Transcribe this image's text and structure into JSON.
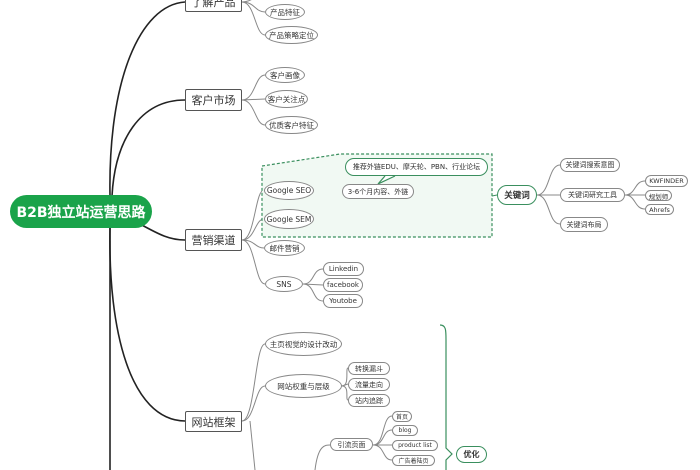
{
  "root": "B2B独立站运营思路",
  "branches": {
    "product": {
      "label": "了解产品",
      "children": [
        "产品特征",
        "产品策略定位"
      ]
    },
    "market": {
      "label": "客户市场",
      "children": [
        "客户画像",
        "客户关注点",
        "优质客户特征"
      ]
    },
    "channel": {
      "label": "营销渠道",
      "children": [
        "Google SEO",
        "Google SEM",
        "邮件营销",
        "SNS"
      ],
      "seo_detail": "3-6个月内容、外链",
      "callout": "推荐外链EDU、摩天轮、PBN、行业论坛",
      "sns": [
        "Linkedin",
        "facebook",
        "Youtobe"
      ],
      "keyword": {
        "label": "关键词",
        "children": [
          "关键词搜索意图",
          "关键词研究工具",
          "关键词布局"
        ],
        "tools": [
          "KWFINDER",
          "规划师",
          "Ahrefs"
        ]
      }
    },
    "site": {
      "label": "网站框架",
      "children": [
        "主页视觉的设计改动",
        "网站权重与层级"
      ],
      "weight": [
        "转换漏斗",
        "流量走向",
        "站内追踪"
      ],
      "traffic": {
        "label": "引流页面",
        "children": [
          "首页",
          "blog",
          "product list",
          "广告着陆页"
        ]
      },
      "optimize": "优化"
    }
  },
  "colors": {
    "root": "#1aa34a",
    "accent": "#3a8f5e"
  }
}
